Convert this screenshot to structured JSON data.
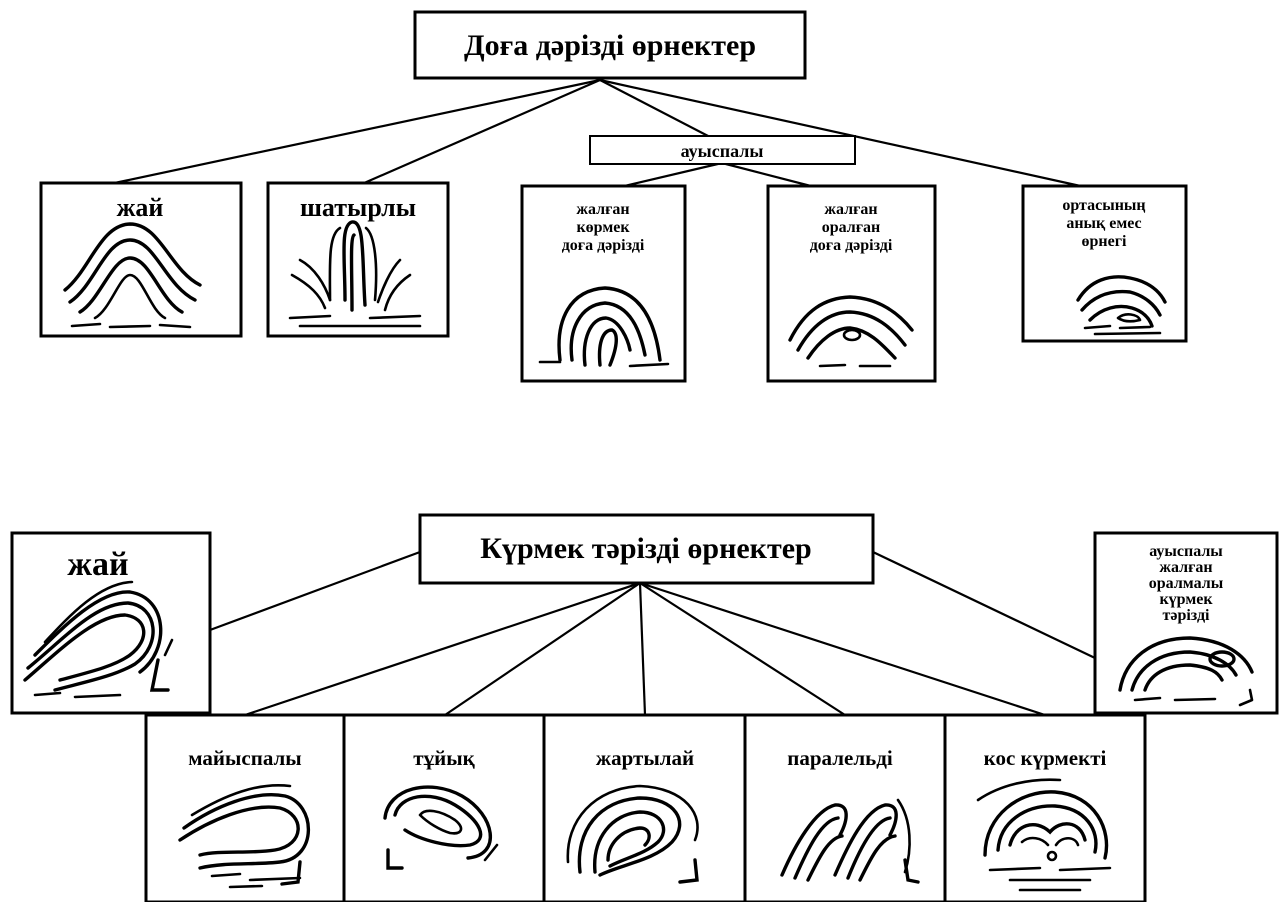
{
  "arch": {
    "title": "Доға дәрізді өрнектер",
    "group_label": "ауыспалы",
    "boxes": [
      {
        "lines": [
          "жай"
        ]
      },
      {
        "lines": [
          "шатырлы"
        ]
      },
      {
        "lines": [
          "жалған",
          "көрмек",
          "доға дәрізді"
        ]
      },
      {
        "lines": [
          "жалған",
          "оралған",
          "доға дәрізді"
        ]
      },
      {
        "lines": [
          "ортасының",
          "анық емес",
          "өрнегі"
        ]
      }
    ]
  },
  "loop": {
    "title": "Күрмек тәрізді өрнектер",
    "left_box": {
      "lines": [
        "жай"
      ]
    },
    "right_box": {
      "lines": [
        "ауыспалы",
        "жалған",
        "оралмалы",
        "күрмек",
        "тәрізді"
      ]
    },
    "boxes": [
      {
        "lines": [
          "майыспалы"
        ]
      },
      {
        "lines": [
          "тұйық"
        ]
      },
      {
        "lines": [
          "жартылай"
        ]
      },
      {
        "lines": [
          "паралельді"
        ]
      },
      {
        "lines": [
          "кос күрмекті"
        ]
      }
    ]
  }
}
